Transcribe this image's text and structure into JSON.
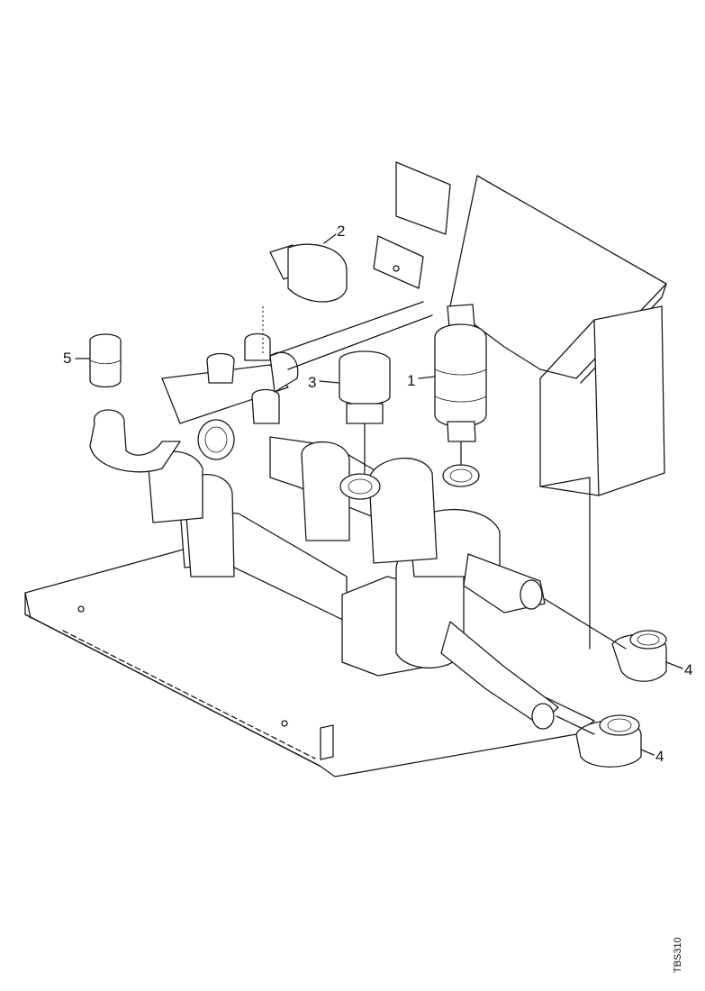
{
  "labels": {
    "item1": "1",
    "item2": "2",
    "item3": "3",
    "item4a": "4",
    "item4b": "4",
    "item5": "5"
  },
  "figure_ref": "TBS310"
}
